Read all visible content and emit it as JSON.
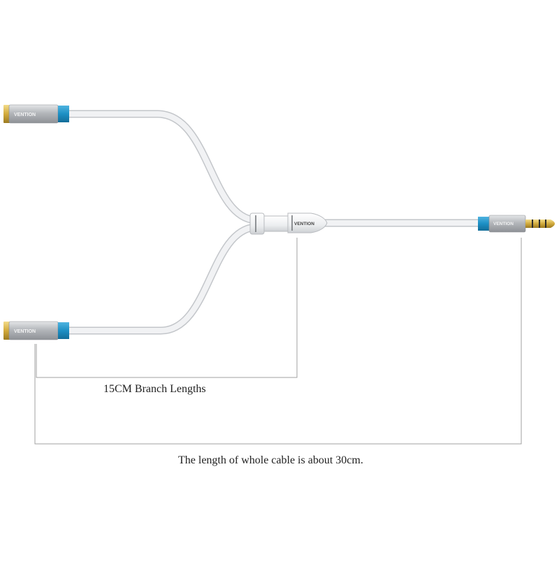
{
  "product": {
    "splitter_brand": "VENTION",
    "plug_brand": "VENTION",
    "socket_top_brand": "VENTION",
    "socket_bottom_brand": "VENTION"
  },
  "annotations": {
    "branch_length": "15CM Branch Lengths",
    "total_length": "The length of whole cable is about 30cm."
  },
  "colors": {
    "cable": "#eef0f2",
    "cable_edge": "#c9ccd0",
    "metal": "#b9bcc0",
    "accent": "#1d8fc4",
    "gold": "#d8b548",
    "dimension_line": "#9a9a9a"
  }
}
